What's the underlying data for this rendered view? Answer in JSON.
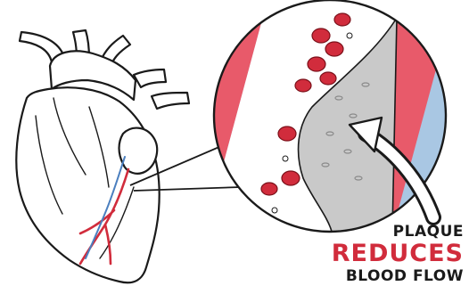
{
  "illustration": {
    "subject": "heart-artery-plaque",
    "colors": {
      "outline": "#1a1a1a",
      "artery_wall": "#e85a6a",
      "blood_cell": "#d12c3c",
      "vessel_fluid": "#a9c7e3",
      "plaque": "#c9c9c9",
      "paper": "#ffffff"
    }
  },
  "caption": {
    "line1": "PLAQUE",
    "line2": "REDUCES",
    "line3": "BLOOD FLOW",
    "emphasis_color": "#d12c3c"
  }
}
